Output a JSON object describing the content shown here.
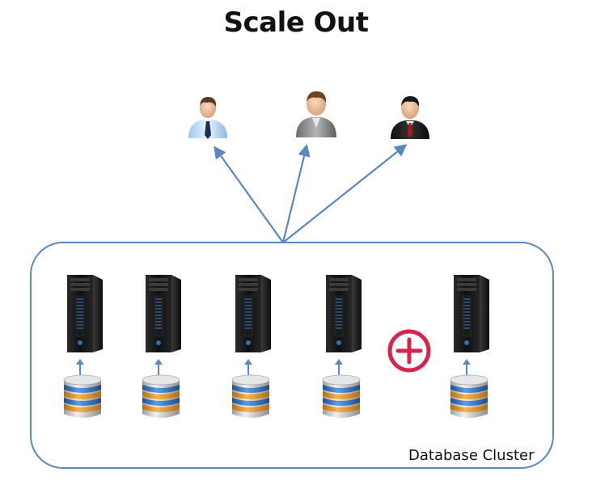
{
  "title": "Scale Out",
  "cluster": {
    "label": "Database Cluster",
    "node_count": 5,
    "added_node_marker": "plus-icon"
  },
  "users": [
    {
      "icon": "user-shirt-tie-icon"
    },
    {
      "icon": "user-gray-suit-icon"
    },
    {
      "icon": "user-black-suit-icon"
    }
  ],
  "colors": {
    "arrow": "#5b87c0",
    "cluster_border": "#5b87c0",
    "plus": "#d6244b",
    "server": "#1b1b1b",
    "db_blue": "#3e74b9",
    "db_orange": "#e89a2b",
    "db_silver": "#c8c8c8"
  }
}
